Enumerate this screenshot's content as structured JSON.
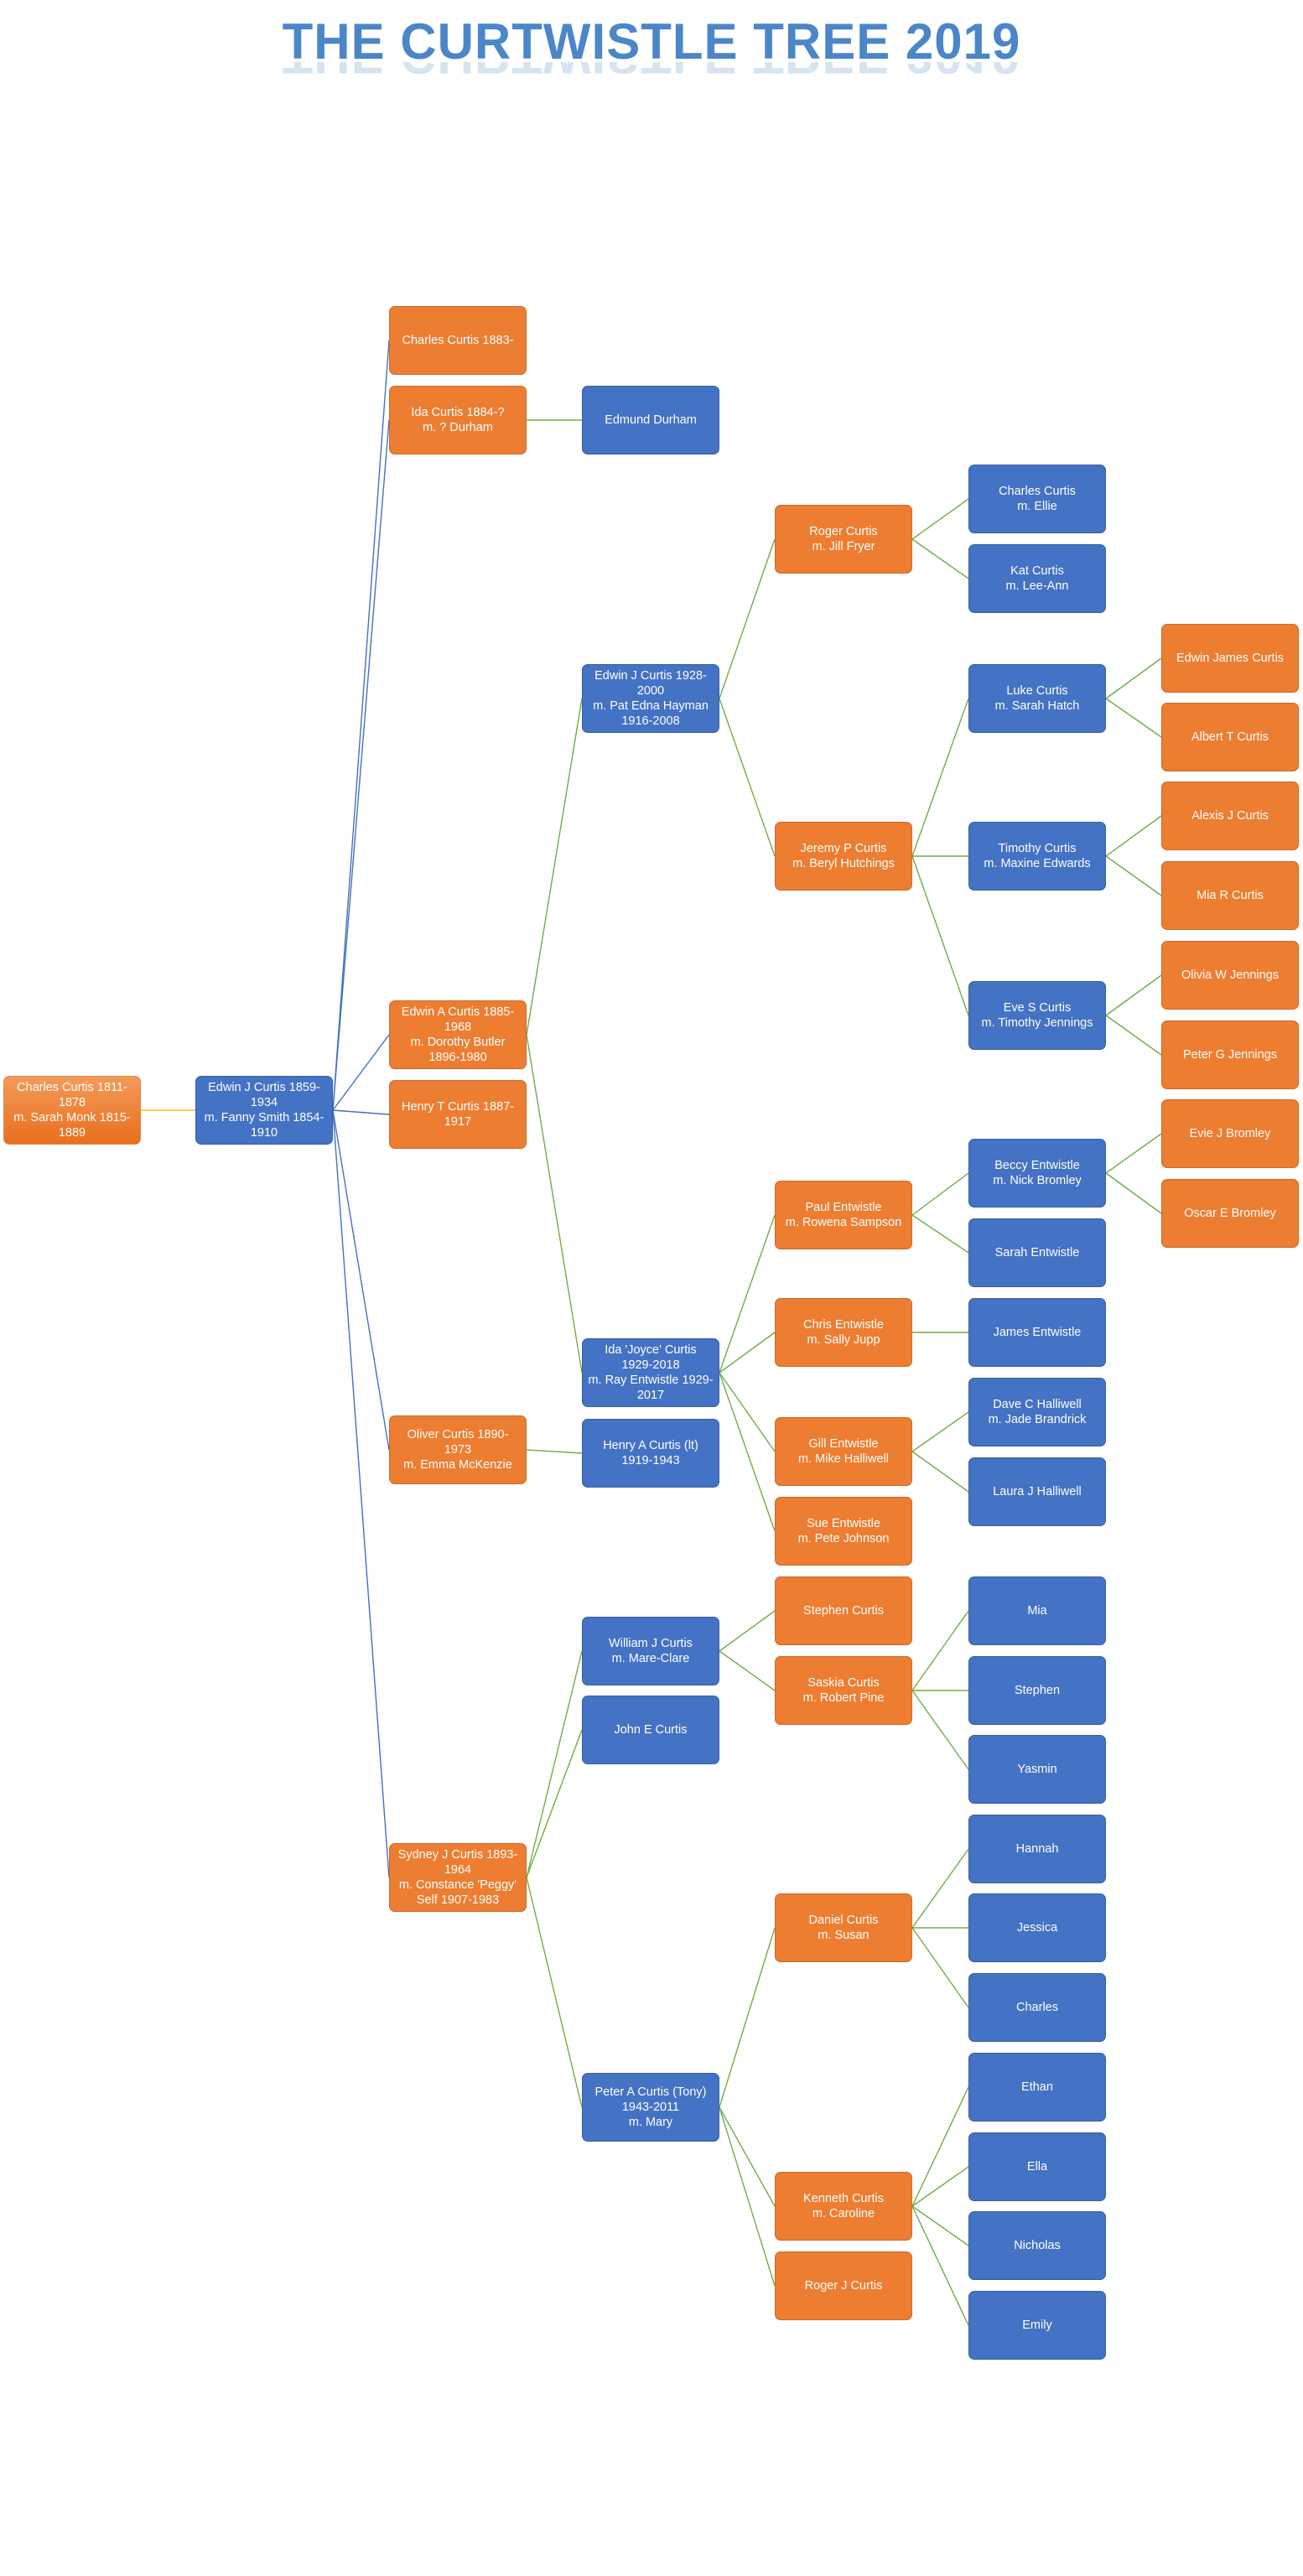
{
  "title": "THE CURTWISTLE TREE 2019",
  "colors": {
    "orange": "#ed7d31",
    "blue": "#4472c4",
    "link_blue": "#4472c4",
    "link_green": "#70ad47",
    "link_gold": "#ffc000",
    "title": "#4a86c8"
  },
  "nodes": [
    {
      "id": "root",
      "text": "Charles Curtis 1811-1878\nm. Sarah Monk 1815-1889",
      "color": "orange"
    },
    {
      "id": "edwin1859",
      "text": "Edwin J Curtis 1859-1934\nm. Fanny Smith 1854-1910",
      "color": "blue",
      "parent": "root"
    },
    {
      "id": "charles1883",
      "text": "Charles Curtis 1883-",
      "color": "orange",
      "parent": "edwin1859"
    },
    {
      "id": "ida1884",
      "text": "Ida Curtis 1884-?\nm. ? Durham",
      "color": "orange",
      "parent": "edwin1859"
    },
    {
      "id": "edmund",
      "text": "Edmund Durham",
      "color": "blue",
      "parent": "ida1884"
    },
    {
      "id": "edwinA1885",
      "text": "Edwin A Curtis 1885-1968\nm. Dorothy Butler 1896-1980",
      "color": "orange",
      "parent": "edwin1859"
    },
    {
      "id": "henryT1887",
      "text": "Henry T Curtis 1887-1917",
      "color": "orange",
      "parent": "edwin1859"
    },
    {
      "id": "oliver1890",
      "text": "Oliver Curtis 1890-1973\nm. Emma McKenzie",
      "color": "orange",
      "parent": "edwin1859"
    },
    {
      "id": "sydney1893",
      "text": "Sydney J Curtis 1893-1964\nm. Constance 'Peggy' Self 1907-1983",
      "color": "orange",
      "parent": "edwin1859"
    },
    {
      "id": "edwinJ1928",
      "text": "Edwin J Curtis 1928-2000\nm. Pat Edna Hayman 1916-2008",
      "color": "blue",
      "parent": "edwinA1885"
    },
    {
      "id": "joyce1929",
      "text": "Ida 'Joyce' Curtis 1929-2018\nm. Ray Entwistle 1929-2017",
      "color": "blue",
      "parent": "edwinA1885"
    },
    {
      "id": "henryA1919",
      "text": "Henry A Curtis (lt) 1919-1943",
      "color": "blue",
      "parent": "oliver1890"
    },
    {
      "id": "williamJ",
      "text": "William J Curtis\nm. Mare-Clare",
      "color": "blue",
      "parent": "sydney1893"
    },
    {
      "id": "johnE",
      "text": "John E Curtis",
      "color": "blue",
      "parent": "sydney1893"
    },
    {
      "id": "peterA",
      "text": "Peter A Curtis (Tony) 1943-2011\nm. Mary",
      "color": "blue",
      "parent": "sydney1893"
    },
    {
      "id": "roger",
      "text": "Roger Curtis\nm. Jill Fryer",
      "color": "orange",
      "parent": "edwinJ1928"
    },
    {
      "id": "jeremy",
      "text": "Jeremy  P Curtis\nm. Beryl Hutchings",
      "color": "orange",
      "parent": "edwinJ1928"
    },
    {
      "id": "paulE",
      "text": "Paul Entwistle\nm. Rowena Sampson",
      "color": "orange",
      "parent": "joyce1929"
    },
    {
      "id": "chrisE",
      "text": "Chris Entwistle\nm. Sally Jupp",
      "color": "orange",
      "parent": "joyce1929"
    },
    {
      "id": "gillE",
      "text": "Gill Entwistle\nm. Mike Halliwell",
      "color": "orange",
      "parent": "joyce1929"
    },
    {
      "id": "sueE",
      "text": "Sue Entwistle\nm. Pete Johnson",
      "color": "orange",
      "parent": "joyce1929"
    },
    {
      "id": "stephenC",
      "text": "Stephen Curtis",
      "color": "orange",
      "parent": "williamJ"
    },
    {
      "id": "saskia",
      "text": "Saskia Curtis\nm. Robert Pine",
      "color": "orange",
      "parent": "williamJ"
    },
    {
      "id": "danielC",
      "text": "Daniel Curtis\nm. Susan",
      "color": "orange",
      "parent": "peterA"
    },
    {
      "id": "kennethC",
      "text": "Kenneth Curtis\nm. Caroline",
      "color": "orange",
      "parent": "peterA"
    },
    {
      "id": "rogerJ",
      "text": "Roger J Curtis",
      "color": "orange",
      "parent": "peterA"
    },
    {
      "id": "charlesE",
      "text": "Charles Curtis\nm. Ellie",
      "color": "blue",
      "parent": "roger"
    },
    {
      "id": "kat",
      "text": "Kat Curtis\nm. Lee-Ann",
      "color": "blue",
      "parent": "roger"
    },
    {
      "id": "luke",
      "text": "Luke Curtis\nm. Sarah Hatch",
      "color": "blue",
      "parent": "jeremy"
    },
    {
      "id": "timothy",
      "text": "Timothy Curtis\nm. Maxine Edwards",
      "color": "blue",
      "parent": "jeremy"
    },
    {
      "id": "eve",
      "text": "Eve S Curtis\nm. Timothy Jennings",
      "color": "blue",
      "parent": "jeremy"
    },
    {
      "id": "beccy",
      "text": "Beccy Entwistle\nm. Nick Bromley",
      "color": "blue",
      "parent": "paulE"
    },
    {
      "id": "sarahE",
      "text": "Sarah Entwistle",
      "color": "blue",
      "parent": "paulE"
    },
    {
      "id": "jamesE",
      "text": "James Entwistle",
      "color": "blue",
      "parent": "chrisE"
    },
    {
      "id": "daveH",
      "text": "Dave C Halliwell\nm. Jade Brandrick",
      "color": "blue",
      "parent": "gillE"
    },
    {
      "id": "lauraH",
      "text": "Laura  J Halliwell",
      "color": "blue",
      "parent": "gillE"
    },
    {
      "id": "mia",
      "text": "Mia",
      "color": "blue",
      "parent": "saskia"
    },
    {
      "id": "stephen2",
      "text": "Stephen",
      "color": "blue",
      "parent": "saskia"
    },
    {
      "id": "yasmin",
      "text": "Yasmin",
      "color": "blue",
      "parent": "saskia"
    },
    {
      "id": "hannah",
      "text": "Hannah",
      "color": "blue",
      "parent": "danielC"
    },
    {
      "id": "jessica",
      "text": "Jessica",
      "color": "blue",
      "parent": "danielC"
    },
    {
      "id": "charles2",
      "text": "Charles",
      "color": "blue",
      "parent": "danielC"
    },
    {
      "id": "ethan",
      "text": "Ethan",
      "color": "blue",
      "parent": "kennethC"
    },
    {
      "id": "ella",
      "text": "Ella",
      "color": "blue",
      "parent": "kennethC"
    },
    {
      "id": "nicholas",
      "text": "Nicholas",
      "color": "blue",
      "parent": "kennethC"
    },
    {
      "id": "emily",
      "text": "Emily",
      "color": "blue",
      "parent": "kennethC"
    },
    {
      "id": "edwinJames",
      "text": "Edwin James Curtis",
      "color": "orange",
      "parent": "luke"
    },
    {
      "id": "albertT",
      "text": "Albert T Curtis",
      "color": "orange",
      "parent": "luke"
    },
    {
      "id": "alexis",
      "text": "Alexis J Curtis",
      "color": "orange",
      "parent": "timothy"
    },
    {
      "id": "miaR",
      "text": "Mia R Curtis",
      "color": "orange",
      "parent": "timothy"
    },
    {
      "id": "olivia",
      "text": "Olivia W Jennings",
      "color": "orange",
      "parent": "eve"
    },
    {
      "id": "peterG",
      "text": "Peter G Jennings",
      "color": "orange",
      "parent": "eve"
    },
    {
      "id": "evieJ",
      "text": "Evie J Bromley",
      "color": "orange",
      "parent": "beccy"
    },
    {
      "id": "oscarE",
      "text": "Oscar E Bromley",
      "color": "orange",
      "parent": "beccy"
    }
  ]
}
